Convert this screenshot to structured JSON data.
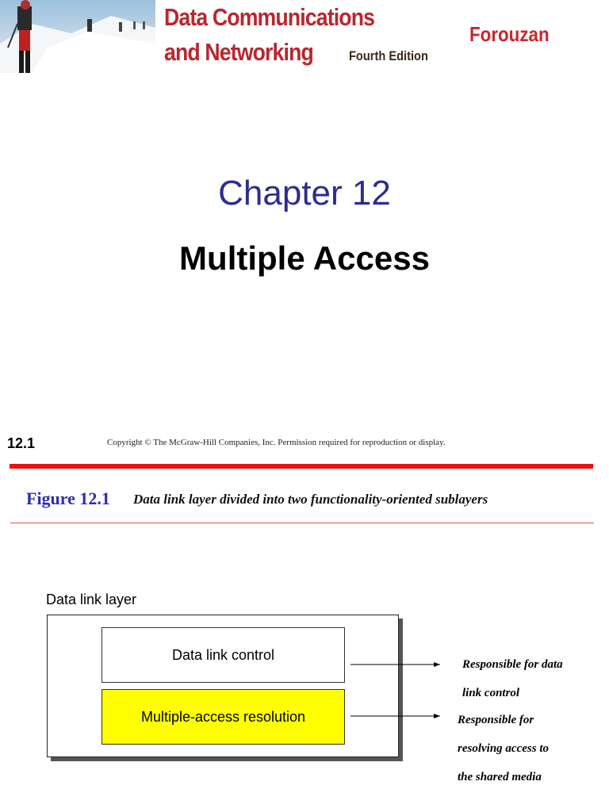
{
  "header": {
    "book_title_line1": "Data Communications",
    "book_title_line2": "and Networking",
    "edition": "Fourth Edition",
    "author": "Forouzan"
  },
  "slide1": {
    "chapter": "Chapter 12",
    "title": "Multiple Access",
    "slide_number": "12.1",
    "copyright": "Copyright © The McGraw-Hill Companies, Inc. Permission required for reproduction or display."
  },
  "slide2": {
    "figure_label": "Figure 12.1",
    "figure_caption": "Data link layer divided into two functionality-oriented sublayers",
    "diagram": {
      "outer_label": "Data link layer",
      "upper_sublayer": "Data link control",
      "lower_sublayer": "Multiple-access resolution",
      "upper_note_line1": "Responsible for data",
      "upper_note_line2": "link control",
      "lower_note_line1": "Responsible for",
      "lower_note_line2": "resolving access to",
      "lower_note_line3": "the shared media"
    }
  },
  "colors": {
    "brand_red": "#b8272f",
    "chapter_blue": "#2b2d8f",
    "divider_red": "#ee1111",
    "highlight_yellow": "#ffff00"
  }
}
